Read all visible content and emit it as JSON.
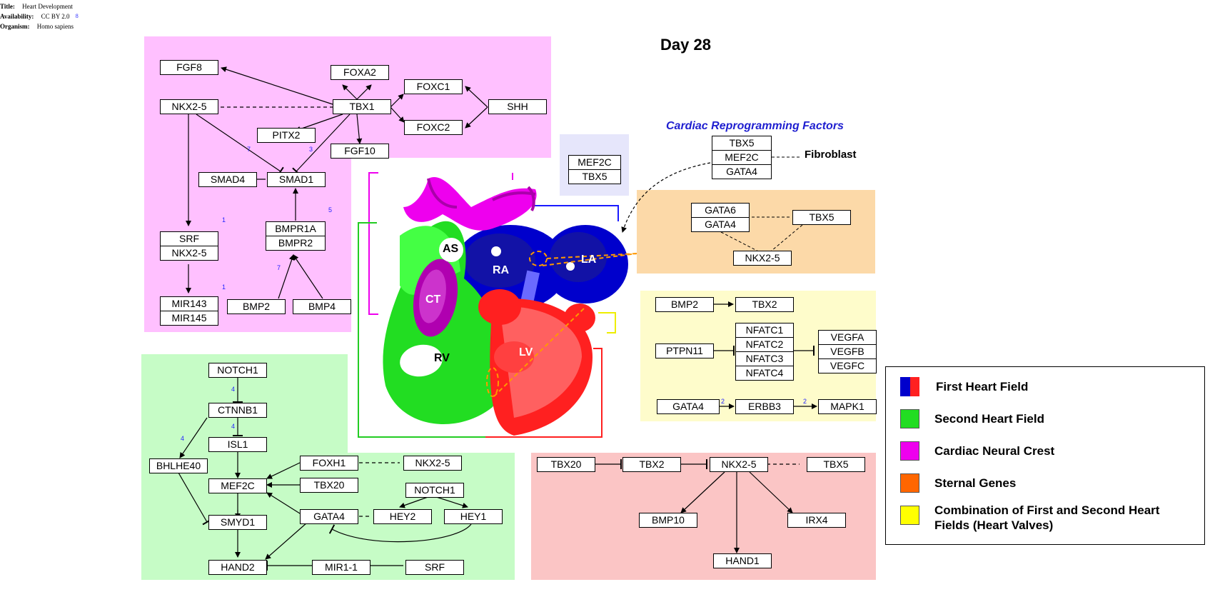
{
  "meta": {
    "title_label": "Title:",
    "title_value": "Heart Development",
    "availability_label": "Availability:",
    "availability_value": "CC BY 2.0",
    "organism_label": "Organism:",
    "organism_value": "Homo sapiens",
    "availability_ref": "8"
  },
  "diagram_title": "Day 28",
  "reprogramming_title": "Cardiac Reprogramming Factors",
  "fibroblast_label": "Fibroblast",
  "heart_labels": {
    "as": "AS",
    "ra": "RA",
    "la": "LA",
    "ct": "CT",
    "rv": "RV",
    "lv": "LV"
  },
  "genes": {
    "fgf8": "FGF8",
    "foxa2": "FOXA2",
    "foxc1": "FOXC1",
    "foxc2": "FOXC2",
    "shh": "SHH",
    "nkx25_a": "NKX2-5",
    "tbx1": "TBX1",
    "pitx2": "PITX2",
    "fgf10": "FGF10",
    "smad4": "SMAD4",
    "smad1": "SMAD1",
    "srf_a": "SRF",
    "nkx25_b": "NKX2-5",
    "bmpr1a": "BMPR1A",
    "bmpr2": "BMPR2",
    "mir143": "MIR143",
    "mir145": "MIR145",
    "bmp2_a": "BMP2",
    "bmp4": "BMP4",
    "mef2c_a": "MEF2C",
    "tbx5_a": "TBX5",
    "tbx5_b": "TBX5",
    "mef2c_b": "MEF2C",
    "gata4_a": "GATA4",
    "gata6": "GATA6",
    "gata4_b": "GATA4",
    "tbx5_c": "TBX5",
    "nkx25_c": "NKX2-5",
    "bmp2_b": "BMP2",
    "tbx2_a": "TBX2",
    "ptpn11": "PTPN11",
    "nfatc1": "NFATC1",
    "nfatc2": "NFATC2",
    "nfatc3": "NFATC3",
    "nfatc4": "NFATC4",
    "vegfa": "VEGFA",
    "vegfb": "VEGFB",
    "vegfc": "VEGFC",
    "gata4_c": "GATA4",
    "erbb3": "ERBB3",
    "mapk1": "MAPK1",
    "notch1_a": "NOTCH1",
    "ctnnb1": "CTNNB1",
    "isl1": "ISL1",
    "bhlhe40": "BHLHE40",
    "mef2c_c": "MEF2C",
    "smyd1": "SMYD1",
    "hand2": "HAND2",
    "foxh1": "FOXH1",
    "nkx25_d": "NKX2-5",
    "tbx20_a": "TBX20",
    "notch1_b": "NOTCH1",
    "gata4_d": "GATA4",
    "hey2": "HEY2",
    "hey1": "HEY1",
    "mir11": "MIR1-1",
    "srf_b": "SRF",
    "tbx20_b": "TBX20",
    "tbx2_b": "TBX2",
    "nkx25_e": "NKX2-5",
    "tbx5_d": "TBX5",
    "bmp10": "BMP10",
    "irx4": "IRX4",
    "hand1": "HAND1"
  },
  "refs": {
    "r1": "7",
    "r2": "3",
    "r3": "1",
    "r4": "5",
    "r5": "1",
    "r6": "7",
    "r7": "4",
    "r8": "4",
    "r9": "4",
    "r10": "2",
    "r11": "2"
  },
  "legend": {
    "items": [
      {
        "label": "First Heart Field",
        "color": "#0000cc",
        "color2": "#ff2020"
      },
      {
        "label": "Second Heart Field",
        "color": "#22dd22"
      },
      {
        "label": "Cardiac Neural Crest",
        "color": "#ee00ee"
      },
      {
        "label": "Sternal Genes",
        "color": "#ff6600"
      },
      {
        "label": "Combination of First and Second Heart Fields (Heart Valves)",
        "color": "#ffff00"
      }
    ]
  },
  "colors": {
    "neural_crest_bg": "#ffc0ff",
    "second_field_bg": "#c6fcc6",
    "sternal_bg": "#fcd9a8",
    "valves_bg": "#fefccb",
    "first_field_bg": "#fbc5c5",
    "reprog_bg": "#e6e6fb"
  }
}
